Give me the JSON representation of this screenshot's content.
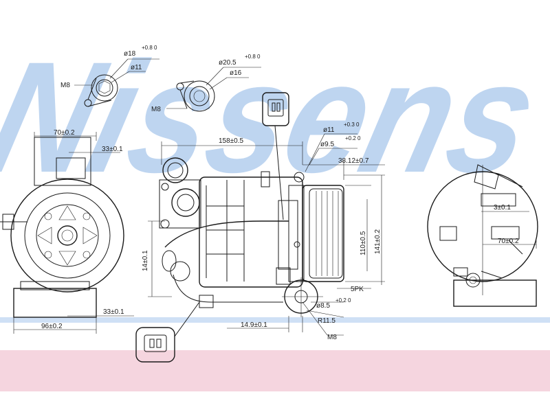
{
  "brand": {
    "watermark": "Nissens",
    "watermark_color": "#a9c7ec",
    "band_color": "#f5d5df",
    "stripe_color": "#cfe0f5"
  },
  "callouts": {
    "fitting_left": {
      "thread": "M8",
      "outer_dia": "ø18",
      "outer_tol": "+0.8 0",
      "inner_dia": "ø11"
    },
    "fitting_right": {
      "thread": "M8",
      "outer_dia": "ø20.5",
      "outer_tol": "+0.8 0",
      "inner_dia": "ø16"
    },
    "mount_holes": {
      "d1": "ø11",
      "d1_tol": "+0.3 0",
      "d2": "ø9.5",
      "d2_tol": "+0.2 0"
    },
    "bottom_hole": {
      "dia": "ø8.5",
      "dia_tol": "+0.2 0",
      "radius": "R11.5",
      "thread": "M8"
    }
  },
  "dims": {
    "left_width": "70±0.2",
    "left_top_offset": "33±0.1",
    "left_bottom_offset": "33±0.1",
    "left_total": "96±0.2",
    "body_length": "158±0.5",
    "pulley_offset": "38.12±0.7",
    "height_mount": "14±0.1",
    "pulley_dia_inner": "110±0.5",
    "pulley_dia_outer": "141±0.2",
    "belt": "5PK",
    "bottom_offset": "14.9±0.1",
    "right_small": "3±0.1",
    "right_width": "70±0.2"
  }
}
